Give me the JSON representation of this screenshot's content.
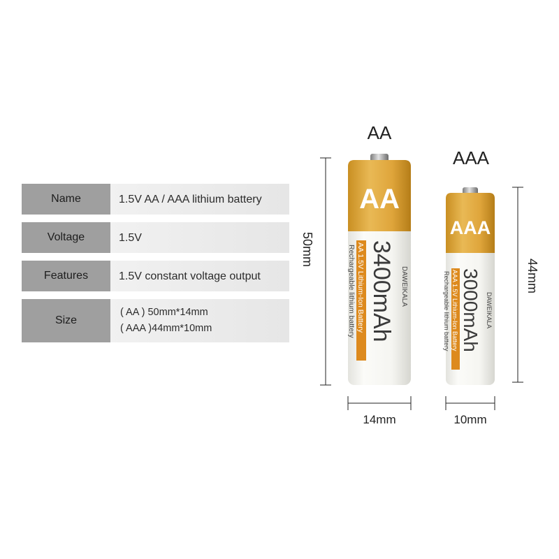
{
  "spec_table": {
    "rows": [
      {
        "label": "Name",
        "values": [
          "1.5V AA / AAA lithium battery"
        ]
      },
      {
        "label": "Voltage",
        "values": [
          "1.5V"
        ]
      },
      {
        "label": "Features",
        "values": [
          "1.5V constant voltage output"
        ]
      },
      {
        "label": "Size",
        "values": [
          "( AA ) 50mm*14mm",
          "( AAA )44mm*10mm"
        ]
      }
    ]
  },
  "batteries": {
    "aa": {
      "title": "AA",
      "band_text": "AA",
      "brand": "DAWEIKALA",
      "capacity": "3400mAh",
      "spec_line": "AA 1.5V Lithium-Ion Battery",
      "sub_line": "Rechargeable lithium battery",
      "height_label": "50mm",
      "width_label": "14mm"
    },
    "aaa": {
      "title": "AAA",
      "band_text": "AAA",
      "brand": "DAWEIKALA",
      "capacity": "3000mAh",
      "spec_line": "AAA 1.5V Lithium-Ion Battery",
      "sub_line": "Rechargeable lithium battery",
      "height_label": "44mm",
      "width_label": "10mm"
    }
  },
  "colors": {
    "label_bg": "#9f9f9f",
    "value_bg": "#ececec",
    "gold": "#d9a53a",
    "orange_accent": "#dd8a1e",
    "battery_body": "#f7f7f4",
    "capacity_text": "#3a3a3a",
    "dim_line": "#222222"
  }
}
